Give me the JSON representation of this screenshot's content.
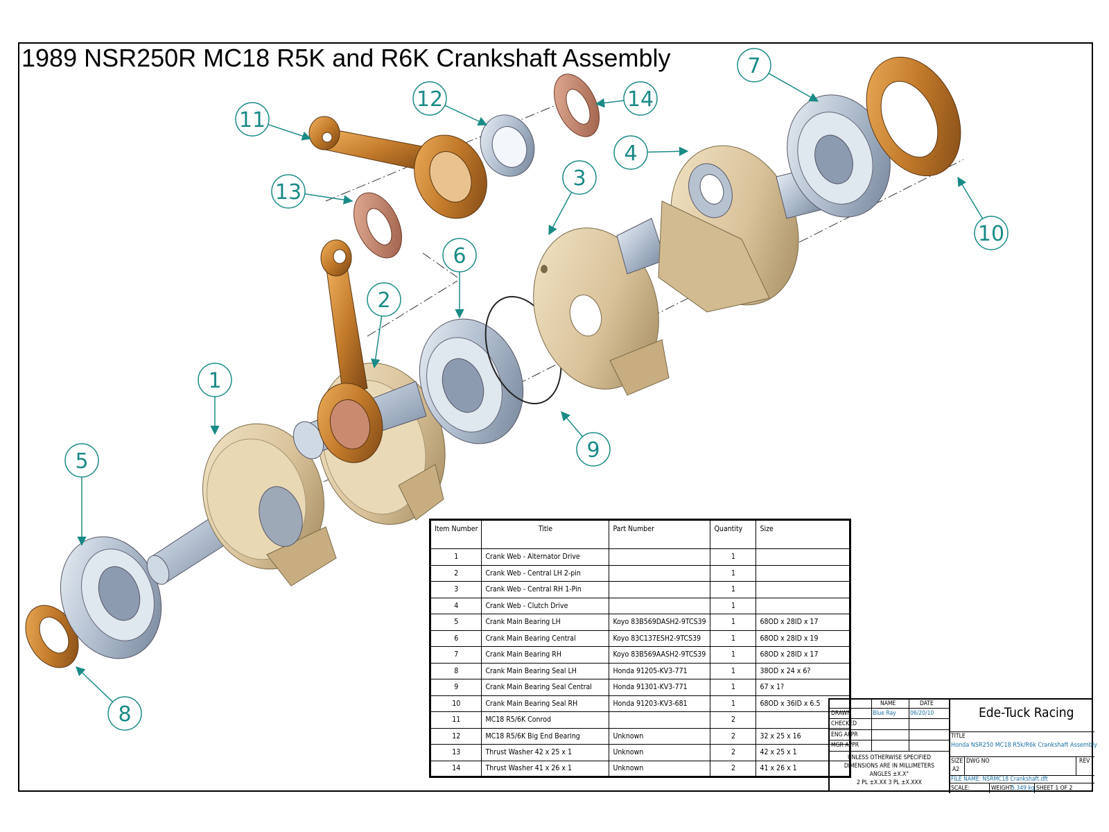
{
  "title": "1989 NSR250R MC18 R5K and R6K Crankshaft Assembly",
  "balloons": [
    {
      "label": "1"
    },
    {
      "label": "2"
    },
    {
      "label": "3"
    },
    {
      "label": "4"
    },
    {
      "label": "5"
    },
    {
      "label": "6"
    },
    {
      "label": "7"
    },
    {
      "label": "8"
    },
    {
      "label": "9"
    },
    {
      "label": "10"
    },
    {
      "label": "11"
    },
    {
      "label": "12"
    },
    {
      "label": "13"
    },
    {
      "label": "14"
    }
  ],
  "colors": {
    "balloon": "#1a8a86",
    "bronze": "#c27a2a",
    "web": "#d9c29a",
    "bearing": "#aebccd",
    "washer": "#c98a70"
  },
  "bom": {
    "headers": {
      "item": "Item Number",
      "title": "Title",
      "part_number": "Part Number",
      "quantity": "Quantity",
      "size": "Size"
    },
    "rows": [
      {
        "item": "1",
        "title": "Crank Web - Alternator Drive",
        "part_number": "",
        "quantity": "1",
        "size": ""
      },
      {
        "item": "2",
        "title": "Crank Web - Central LH 2-pin",
        "part_number": "",
        "quantity": "1",
        "size": ""
      },
      {
        "item": "3",
        "title": "Crank Web - Central RH 1-Pin",
        "part_number": "",
        "quantity": "1",
        "size": ""
      },
      {
        "item": "4",
        "title": "Crank Web - Clutch Drive",
        "part_number": "",
        "quantity": "1",
        "size": ""
      },
      {
        "item": "5",
        "title": "Crank Main Bearing LH",
        "part_number": "Koyo 83B569DASH2-9TCS39",
        "quantity": "1",
        "size": "68OD x 28ID x 17"
      },
      {
        "item": "6",
        "title": "Crank Main Bearing Central",
        "part_number": "Koyo 83C137ESH2-9TCS39",
        "quantity": "1",
        "size": "68OD x 28ID x 19"
      },
      {
        "item": "7",
        "title": "Crank Main Bearing RH",
        "part_number": "Koyo 83B569AASH2-9TCS39",
        "quantity": "1",
        "size": "68OD x 28ID x 17"
      },
      {
        "item": "8",
        "title": "Crank Main Bearing Seal LH",
        "part_number": "Honda 91205-KV3-771",
        "quantity": "1",
        "size": "38OD x 24 x 6?"
      },
      {
        "item": "9",
        "title": "Crank Main Bearing Seal Central",
        "part_number": "Honda 91301-KV3-771",
        "quantity": "1",
        "size": "67 x 1?"
      },
      {
        "item": "10",
        "title": "Crank Main Bearing Seal RH",
        "part_number": "Honda 91203-KV3-681",
        "quantity": "1",
        "size": "68OD x 36ID x 6.5"
      },
      {
        "item": "11",
        "title": "MC18 R5/6K Conrod",
        "part_number": "",
        "quantity": "2",
        "size": ""
      },
      {
        "item": "12",
        "title": "MC18 R5/6K Big End Bearing",
        "part_number": "Unknown",
        "quantity": "2",
        "size": "32 x 25 x 16"
      },
      {
        "item": "13",
        "title": "Thrust Washer 42 x 25 x 1",
        "part_number": "Unknown",
        "quantity": "2",
        "size": "42 x 25 x 1"
      },
      {
        "item": "14",
        "title": "Thrust Washer 41 x 26 x 1",
        "part_number": "Unknown",
        "quantity": "2",
        "size": "41 x 26 x 1"
      }
    ]
  },
  "title_block": {
    "col_name": "NAME",
    "col_date": "DATE",
    "drawn_label": "DRAWN",
    "drawn_name": "Blue Ray",
    "drawn_date": "06/20/10",
    "checked_label": "CHECKED",
    "eng_appr_label": "ENG APPR",
    "mgr_appr_label": "MGR APPR",
    "company": "Ede-Tuck Racing",
    "title_label": "TITLE",
    "title_value": "Honda NSR250 MC18 R5k/R6k Crankshaft Assembly",
    "notes": [
      "UNLESS OTHERWISE SPECIFIED",
      "DIMENSIONS ARE IN MILLIMETERS",
      "ANGLES ±X.X°",
      "2 PL ±X.XX 3 PL ±X.XXX"
    ],
    "size_label": "SIZE",
    "size_value": "A2",
    "dwg_no_label": "DWG NO",
    "rev_label": "REV",
    "file_name": "FILE NAME: NSRMC18 Crankshaft.dft",
    "scale_label": "SCALE:",
    "weight_label": "WEIGHT:",
    "weight_value": "5.349 kg",
    "sheet": "SHEET 1 OF 2"
  }
}
